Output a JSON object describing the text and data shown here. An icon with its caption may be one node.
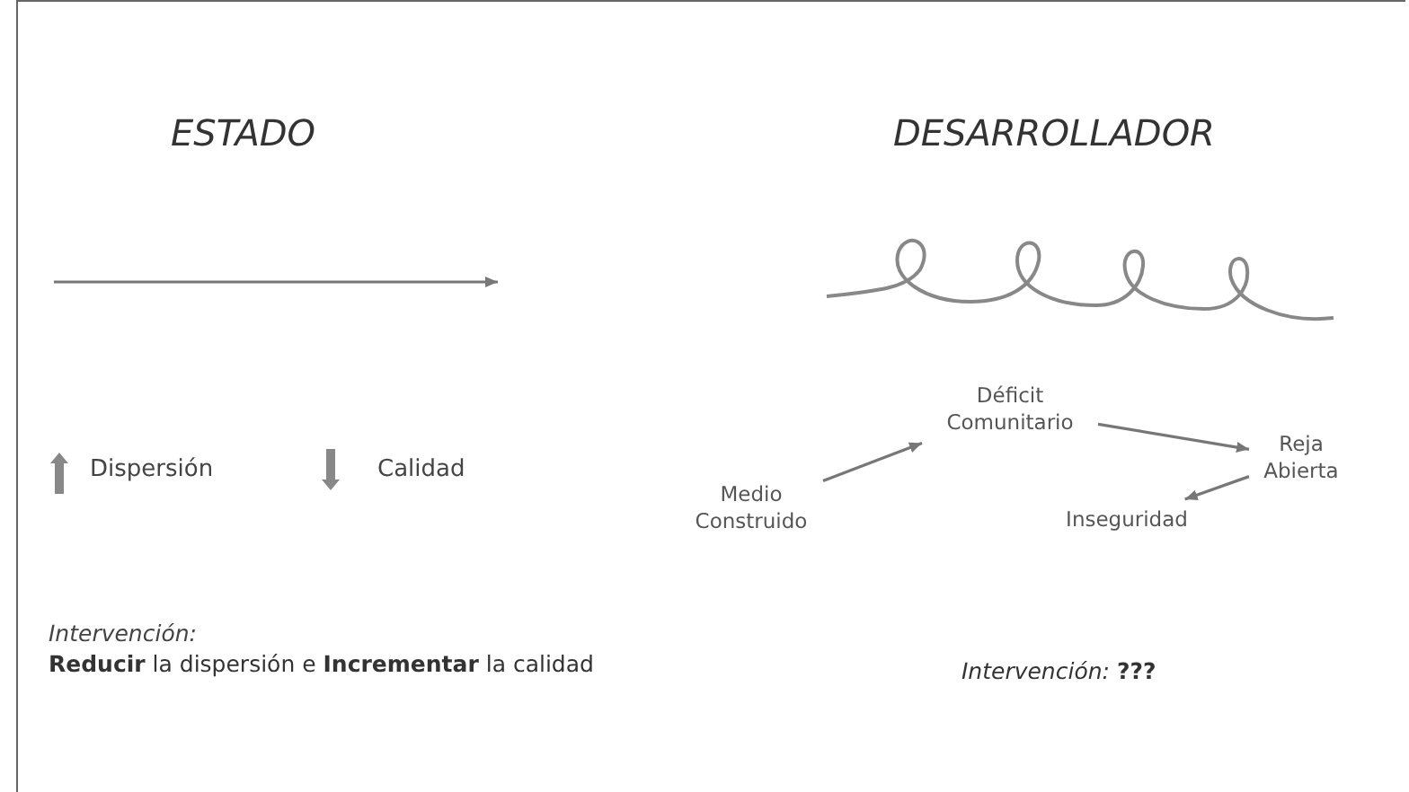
{
  "diagram": {
    "nodes": [
      {
        "text": [
          "Medio Construido"
        ]
      },
      {
        "text": [
          "Déficit Comunitario"
        ]
      },
      {
        "text": [
          "Reja Abierta"
        ]
      },
      {
        "text": [
          "Inseguridad"
        ]
      }
    ],
    "edges": [
      {
        "from": 0,
        "to": 1,
        "arrow": "to"
      },
      {
        "from": 1,
        "to": 2,
        "arrow": "to"
      },
      {
        "from": 2,
        "to": 3,
        "arrow": "to"
      }
    ],
    "labels": [
      "ESTADO",
      "DESARROLLADOR",
      "Dispersión",
      "Calidad",
      "Intervención:",
      "**Reducir** la dispersión e **Incrementar** la calidad",
      "*Intervención:* **???**"
    ]
  }
}
